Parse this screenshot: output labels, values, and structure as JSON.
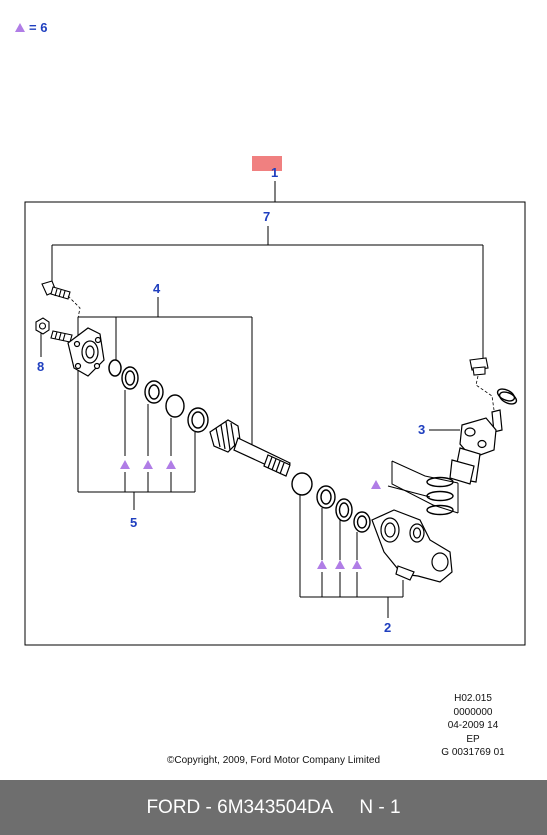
{
  "legend": {
    "symbol": "triangle",
    "text": "= 6",
    "color": "#b07de6"
  },
  "callouts": {
    "c1": "1",
    "c2": "2",
    "c3": "3",
    "c4": "4",
    "c5": "5",
    "c7": "7",
    "c8": "8"
  },
  "info": {
    "line1": "H02.015",
    "line2": "0000000",
    "line3": "04-2009 14",
    "line4": "EP",
    "line5": "G 0031769 01"
  },
  "copyright": "©Copyright, 2009, Ford Motor Company Limited",
  "footer": {
    "brand_part": "FORD - 6M343504DA",
    "sheet": "N - 1"
  },
  "colors": {
    "callout_text": "#1f3fbf",
    "highlight": "#f08080",
    "footer_bg": "#6e6e6e",
    "triangle": "#b07de6"
  }
}
